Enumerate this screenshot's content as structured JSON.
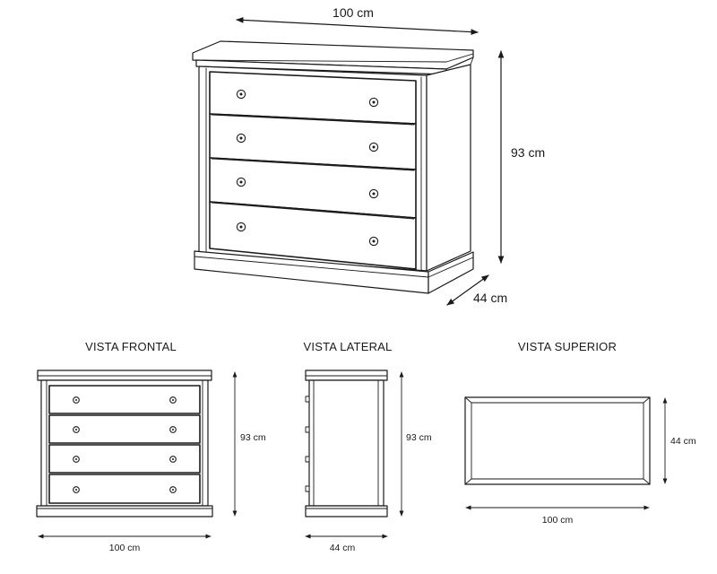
{
  "perspective": {
    "width_label": "100 cm",
    "height_label": "93 cm",
    "depth_label": "44 cm"
  },
  "views": {
    "front": {
      "title": "VISTA FRONTAL",
      "height_label": "93 cm",
      "width_label": "100 cm"
    },
    "side": {
      "title": "VISTA LATERAL",
      "height_label": "93 cm",
      "depth_label": "44 cm"
    },
    "top": {
      "title": "VISTA SUPERIOR",
      "depth_label": "44 cm",
      "width_label": "100 cm"
    }
  },
  "furniture": {
    "drawer_count": 4,
    "knobs_per_drawer": 2
  },
  "colors": {
    "line": "#1a1a1a",
    "background": "#ffffff"
  }
}
